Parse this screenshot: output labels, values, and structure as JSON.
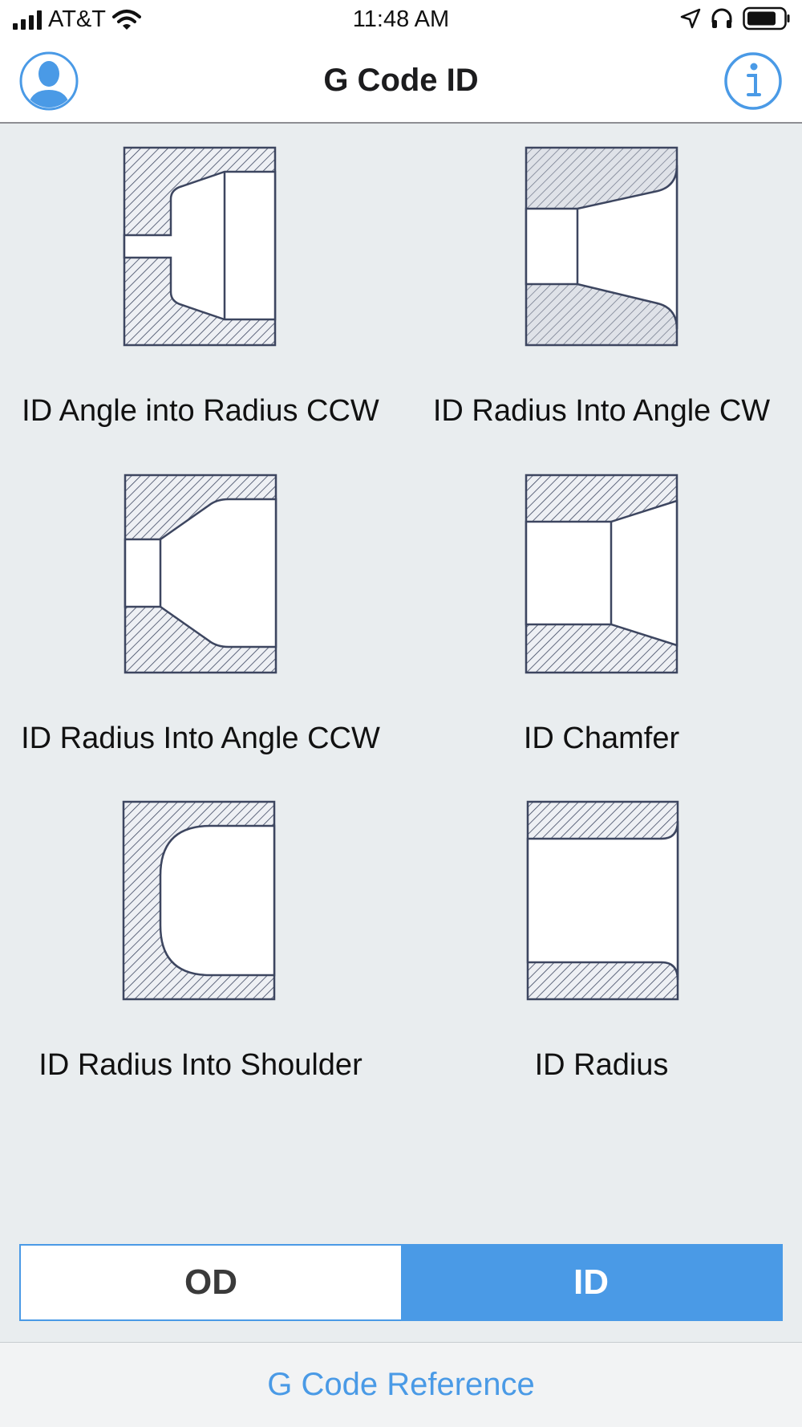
{
  "status_bar": {
    "carrier": "AT&T",
    "time": "11:48 AM"
  },
  "nav": {
    "title": "G Code ID",
    "profile_icon": "person-icon",
    "info_icon": "info-icon"
  },
  "items": [
    {
      "label": "ID Angle into Radius CCW"
    },
    {
      "label": "ID Radius Into Angle CW"
    },
    {
      "label": "ID Radius Into Angle CCW"
    },
    {
      "label": "ID Chamfer"
    },
    {
      "label": "ID Radius Into Shoulder"
    },
    {
      "label": "ID Radius"
    }
  ],
  "segmented": {
    "options": [
      "OD",
      "ID"
    ],
    "selected": "ID"
  },
  "bottom": {
    "link": "G Code Reference"
  },
  "colors": {
    "accent": "#4a9ae6",
    "outline": "#3d4660",
    "background": "#e9edef"
  }
}
